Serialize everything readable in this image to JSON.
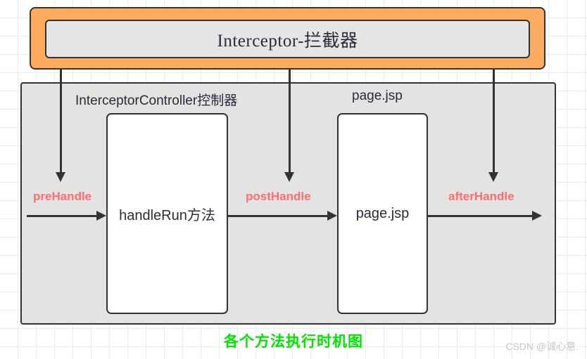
{
  "diagram": {
    "interceptor": {
      "title": "Interceptor-拦截器",
      "fill_color": "#fcab5f",
      "inner_fill_color": "#e5e5e5",
      "border_color": "#333333"
    },
    "panel": {
      "fill_color": "#e3e3e3",
      "border_color": "#333333",
      "sections": [
        {
          "title": "InterceptorController控制器",
          "box_label": "handleRun方法"
        },
        {
          "title": "page.jsp",
          "box_label": "page.jsp"
        }
      ]
    },
    "hooks": [
      {
        "name": "preHandle",
        "label": "preHandle"
      },
      {
        "name": "postHandle",
        "label": "postHandle"
      },
      {
        "name": "afterHandle",
        "label": "afterHandle"
      }
    ],
    "hook_color": "#ff6d6d",
    "caption": {
      "text": "各个方法执行时机图",
      "color": "#00e400"
    },
    "watermark": "CSDN @诚心意.",
    "arrows": {
      "vertical": [
        "interceptor-to-prehandle",
        "interceptor-to-posthandle",
        "interceptor-to-afterhandle"
      ],
      "horizontal": [
        "request-to-handlerun",
        "handlerun-to-pagejsp",
        "pagejsp-to-response"
      ]
    }
  }
}
